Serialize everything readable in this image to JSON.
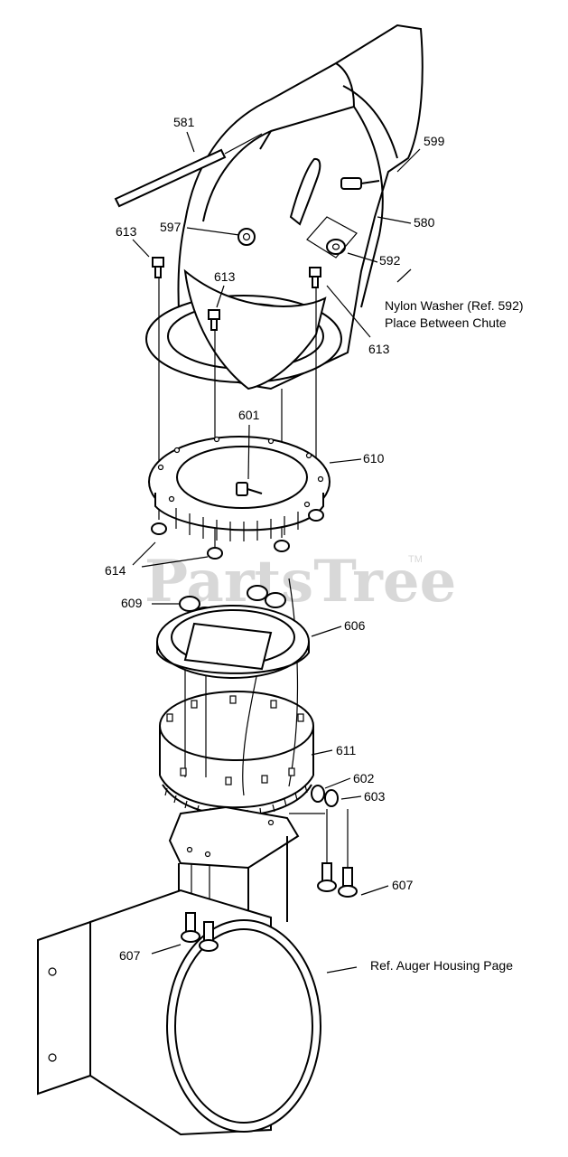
{
  "watermark": {
    "text": "PartsTree",
    "tm": "TM"
  },
  "labels": {
    "p581": "581",
    "p599": "599",
    "p580": "580",
    "p597": "597",
    "p613a": "613",
    "p613b": "613",
    "p613c": "613",
    "p592": "592",
    "p601": "601",
    "p610": "610",
    "p614": "614",
    "p609": "609",
    "p606": "606",
    "p611": "611",
    "p602": "602",
    "p603": "603",
    "p607a": "607",
    "p607b": "607"
  },
  "notes": {
    "washer_line1": "Nylon Washer (Ref. 592)",
    "washer_line2": "Place Between Chute",
    "auger_ref": "Ref. Auger Housing Page"
  },
  "colors": {
    "line": "#000000",
    "watermark": "#d8d8d8"
  }
}
